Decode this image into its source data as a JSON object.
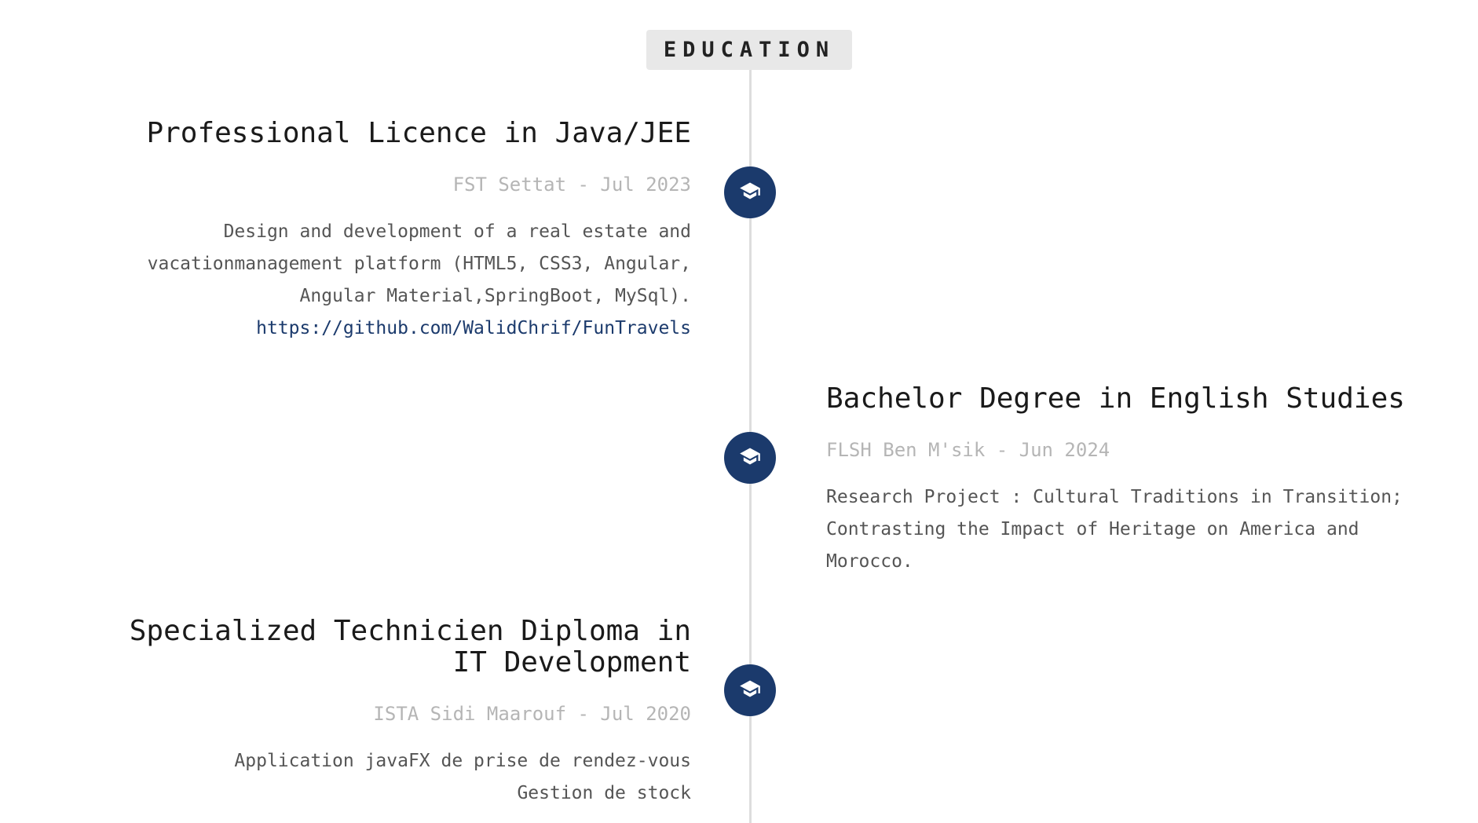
{
  "section": {
    "title": "EDUCATION"
  },
  "colors": {
    "accent": "#1b3a6c",
    "timeline": "#dddddd",
    "badge_bg": "#e8e8e8",
    "muted_text": "#b5b5b5"
  },
  "entries": [
    {
      "side": "left",
      "title": "Professional Licence in Java/JEE",
      "subtitle": "FST Settat - Jul 2023",
      "description": "Design and development of a real estate and vacationmanagement platform (HTML5, CSS3, Angular, Angular Material,SpringBoot, MySql).",
      "link": "https://github.com/WalidChrif/FunTravels",
      "icon": "graduation-cap-icon"
    },
    {
      "side": "right",
      "title": "Bachelor Degree in English Studies",
      "subtitle": "FLSH Ben M'sik - Jun 2024",
      "description": "Research Project : Cultural Traditions in Transition; Contrasting the Impact of Heritage on America and Morocco.",
      "icon": "graduation-cap-icon"
    },
    {
      "side": "left",
      "title": "Specialized Technicien Diploma in IT Development",
      "subtitle": "ISTA Sidi Maarouf - Jul 2020",
      "description_lines": [
        "Application javaFX de prise de rendez-vous",
        "Gestion de stock"
      ],
      "icon": "graduation-cap-icon"
    }
  ]
}
